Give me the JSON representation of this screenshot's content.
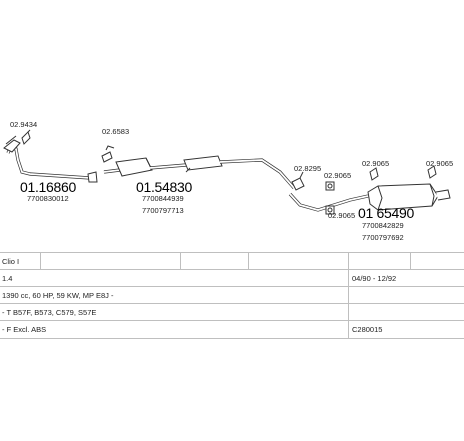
{
  "parts": {
    "clamp_left": "02.9434",
    "front_pipe_number": "01.16860",
    "front_pipe_oem": "7700830012",
    "clamp_mid_left": "02.6583",
    "middle_pipe_number": "01.54830",
    "middle_pipe_oem_1": "7700844939",
    "middle_pipe_oem_2": "7700797713",
    "clamp_center": "02.8295",
    "part_center_a": "02.9065",
    "part_center_b": "02.9065",
    "part_right_a": "02.9065",
    "part_right_b": "02.9065",
    "rear_muffler_number": "01 65490",
    "rear_muffler_oem_1": "7700842829",
    "rear_muffler_oem_2": "7700797692"
  },
  "table": {
    "rows": [
      {
        "left": "Clio I",
        "right": ""
      },
      {
        "left": "1.4",
        "right": "04/90 - 12/92"
      },
      {
        "left": "1390 cc, 60 HP, 59 KW, MP E8J -",
        "right": ""
      },
      {
        "left": "- T B57F, B573, C579, S57E",
        "right": ""
      },
      {
        "left": "- F Excl. ABS",
        "right": "C280015"
      }
    ]
  }
}
